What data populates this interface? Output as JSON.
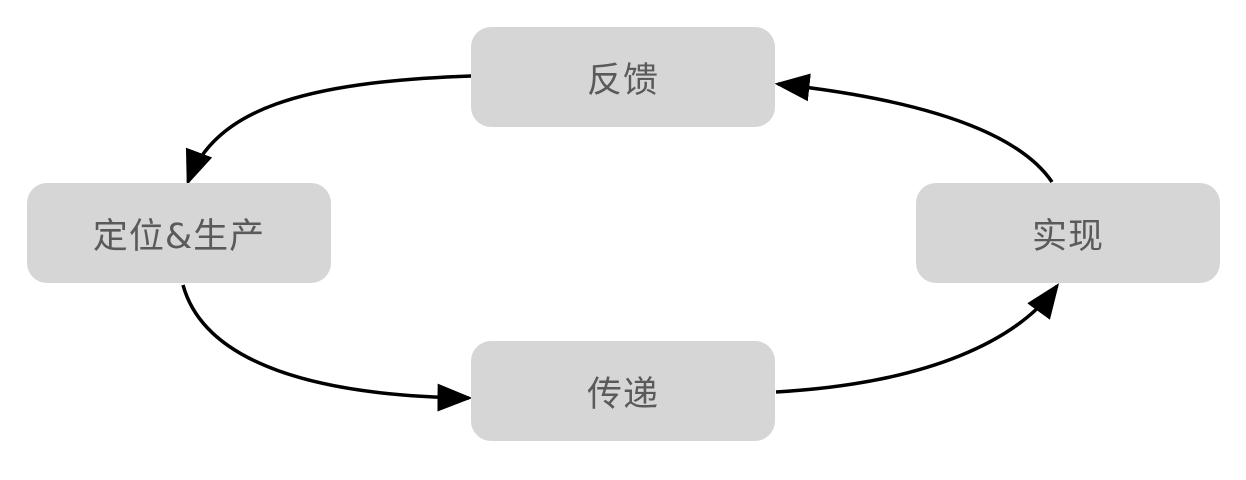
{
  "diagram": {
    "type": "cycle",
    "colors": {
      "node_fill": "#d6d6d6",
      "node_text": "#5a5a5a",
      "arrow": "#000000",
      "background": "#ffffff"
    },
    "nodes": [
      {
        "id": "feedback",
        "label": "反馈"
      },
      {
        "id": "position",
        "label": "定位&生产"
      },
      {
        "id": "delivery",
        "label": "传递"
      },
      {
        "id": "realize",
        "label": "实现"
      }
    ],
    "edges": [
      {
        "from": "feedback",
        "to": "position"
      },
      {
        "from": "position",
        "to": "delivery"
      },
      {
        "from": "delivery",
        "to": "realize"
      },
      {
        "from": "realize",
        "to": "feedback"
      }
    ]
  }
}
